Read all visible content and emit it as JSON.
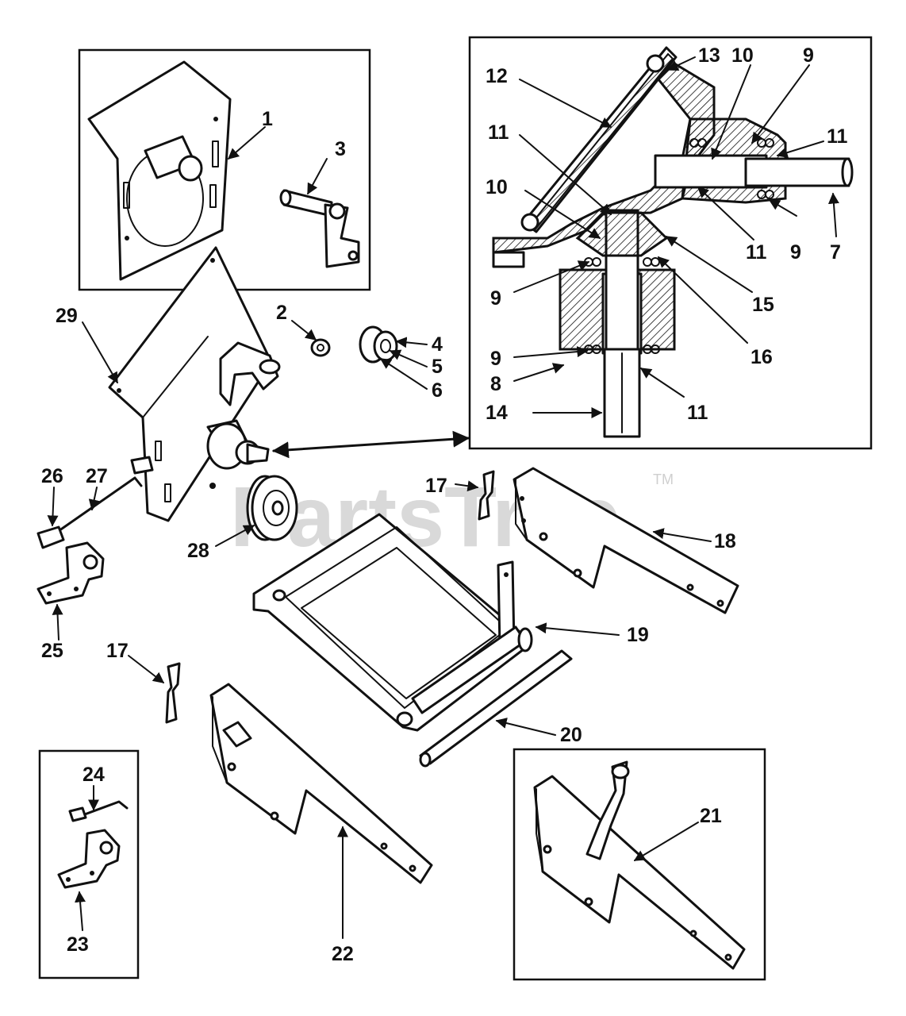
{
  "watermark": "PartsTree",
  "trademark": "TM",
  "callouts": {
    "c1": "1",
    "c2": "2",
    "c3": "3",
    "c4": "4",
    "c5": "5",
    "c6": "6",
    "c7": "7",
    "c8": "8",
    "c9a": "9",
    "c9b": "9",
    "c9c": "9",
    "c9d": "9",
    "c10a": "10",
    "c10b": "10",
    "c11a": "11",
    "c11b": "11",
    "c11c": "11",
    "c11d": "11",
    "c12": "12",
    "c13": "13",
    "c14": "14",
    "c15": "15",
    "c16": "16",
    "c17a": "17",
    "c17b": "17",
    "c18": "18",
    "c19": "19",
    "c20": "20",
    "c21": "21",
    "c22": "22",
    "c23": "23",
    "c24": "24",
    "c25": "25",
    "c26": "26",
    "c27": "27",
    "c28": "28",
    "c29": "29"
  }
}
